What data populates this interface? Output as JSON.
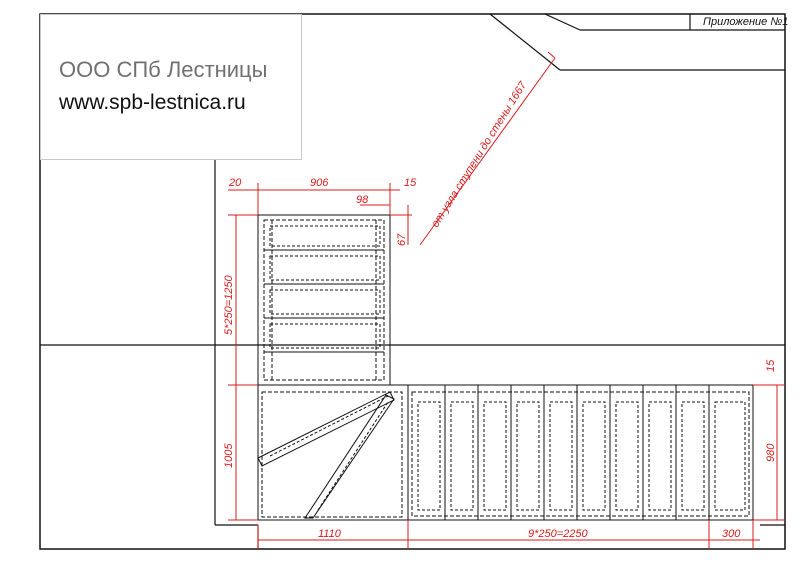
{
  "company": {
    "name": "ООО СПб Лестницы",
    "website": "www.spb-lestnica.ru"
  },
  "drawing": {
    "appendix_label": "Приложение №1",
    "dimensions": {
      "top_left": "20",
      "top_width": "906",
      "top_right": "15",
      "inner_98": "98",
      "side_67": "67",
      "upper_flight": "5*250=1250",
      "lower_left": "1005",
      "bottom_left": "1110",
      "bottom_run": "9*250=2250",
      "bottom_right": "300",
      "right_height": "980",
      "right_top": "15",
      "diagonal_note": "от узла ступени до стены 1667"
    },
    "colors": {
      "dimension": "#d61c1c",
      "line": "#111111"
    }
  }
}
